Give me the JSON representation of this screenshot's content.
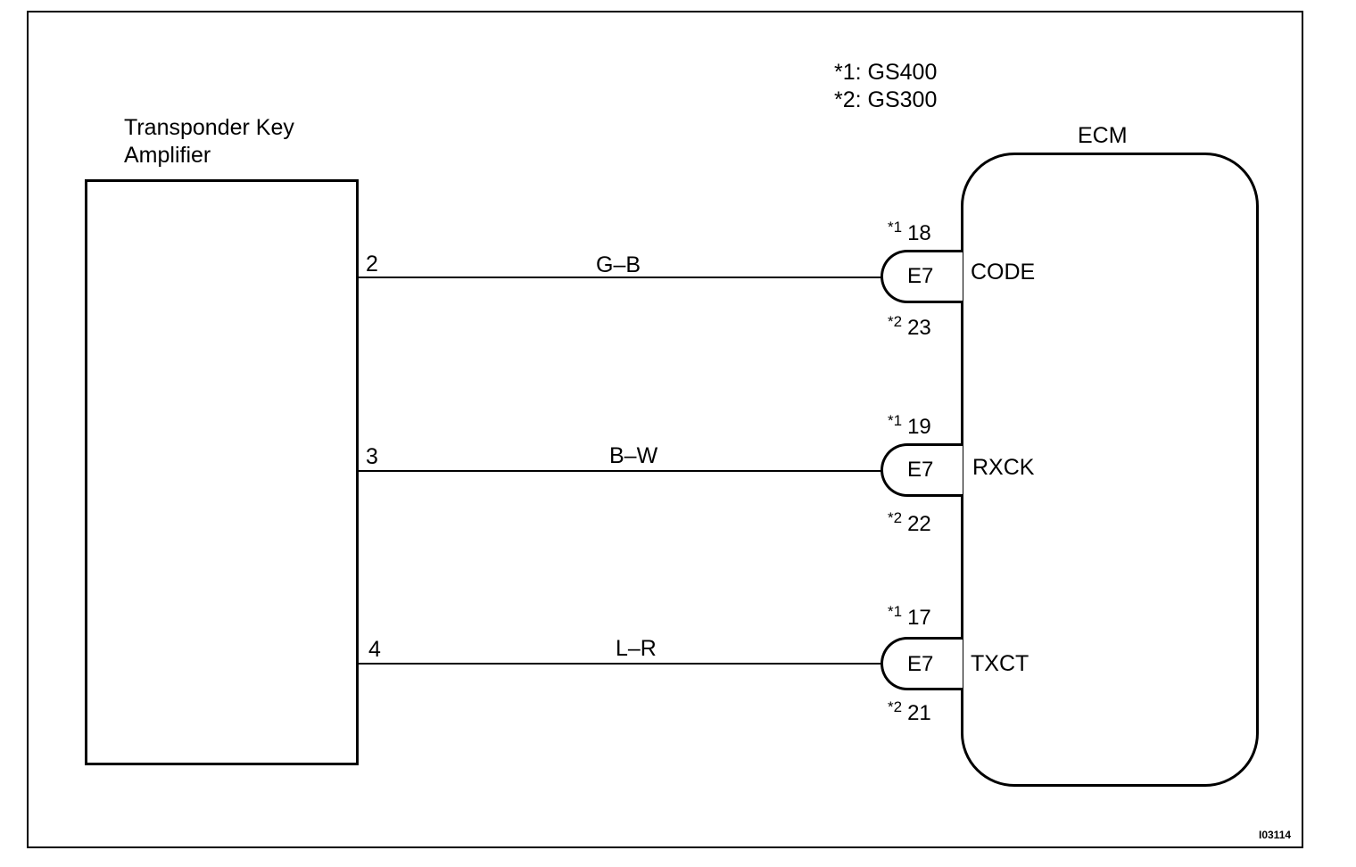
{
  "legend": {
    "line1": "*1: GS400",
    "line2": "*2: GS300"
  },
  "amplifier": {
    "label_line1": "Transponder Key",
    "label_line2": "Amplifier"
  },
  "ecm": {
    "label": "ECM"
  },
  "connections": [
    {
      "amp_pin": "2",
      "wire_color": "G–B",
      "connector": "E7",
      "gs400_marker": "*1",
      "gs400_pin": "18",
      "gs300_marker": "*2",
      "gs300_pin": "23",
      "ecm_terminal": "CODE"
    },
    {
      "amp_pin": "3",
      "wire_color": "B–W",
      "connector": "E7",
      "gs400_marker": "*1",
      "gs400_pin": "19",
      "gs300_marker": "*2",
      "gs300_pin": "22",
      "ecm_terminal": "RXCK"
    },
    {
      "amp_pin": "4",
      "wire_color": "L–R",
      "connector": "E7",
      "gs400_marker": "*1",
      "gs400_pin": "17",
      "gs300_marker": "*2",
      "gs300_pin": "21",
      "ecm_terminal": "TXCT"
    }
  ],
  "figure_id": "I03114"
}
